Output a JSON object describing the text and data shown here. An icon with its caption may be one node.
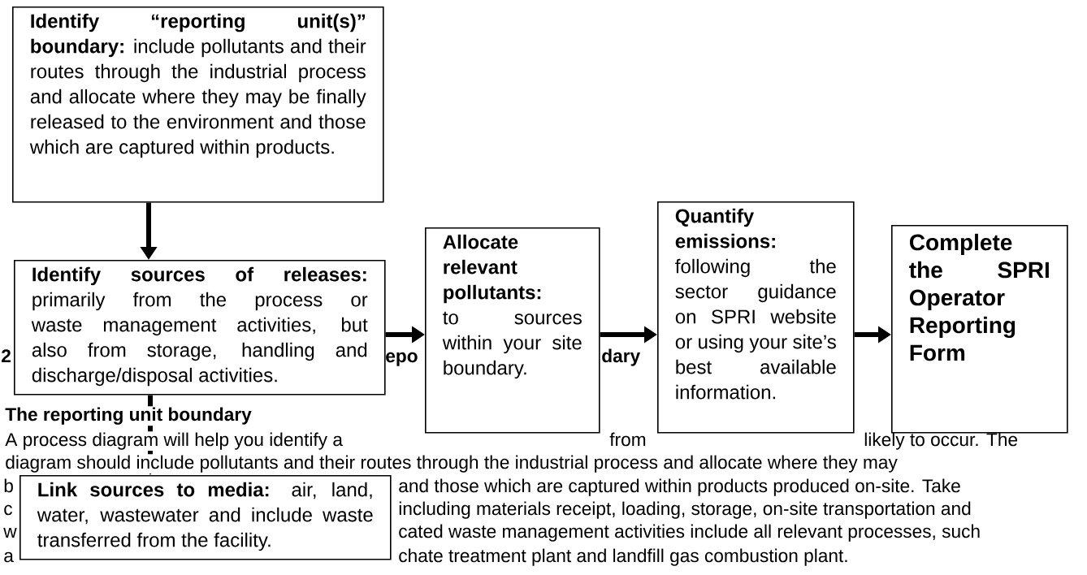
{
  "diagram": {
    "nodes": [
      {
        "text": [
          "**Identify “reporting unit(s)” boundary:** include pollutants and their routes through the industrial process and allocate where they may be finally released to the environment and those which are captured within products."
        ]
      },
      {
        "text": [
          "**Identify sources of releases:** primarily from the process or waste management activities, but also from storage, handling and discharge/disposal activities."
        ]
      },
      {
        "text": [
          "**Link sources to media:** air, land, water, wastewater and include waste transferred from the facility."
        ]
      },
      {
        "text": [
          "**Allocate relevant pollutants:** to sources within your site boundary."
        ]
      },
      {
        "text": [
          "**Quantify emissions:** following the sector guidance on SPRI website or using your site’s best available information."
        ]
      },
      {
        "text": [
          "Complete the SPRI Operator Reporting Form"
        ]
      }
    ],
    "edges": [
      {
        "from": 0,
        "to": 1,
        "arrow": "to"
      },
      {
        "from": 1,
        "to": 2,
        "arrow": "to"
      },
      {
        "from": 1,
        "to": 3,
        "arrow": "to"
      },
      {
        "from": 3,
        "to": 4,
        "arrow": "to"
      },
      {
        "from": 4,
        "to": 5,
        "arrow": "to"
      }
    ],
    "labels": [
      "2",
      "epo",
      "dary",
      "The reporting unit boundary",
      "A process diagram will help you identify a",
      "from",
      "likely to occur. The",
      "diagram should include pollutants and their routes through the industrial process and allocate where they may",
      "b",
      "and those which are captured within products produced on-site. Take",
      "c",
      "including materials receipt, loading, storage, on-site transportation and",
      "w",
      "cated waste management activities include all relevant processes, such",
      "a",
      "chate treatment plant and landfill gas combustion plant."
    ]
  }
}
